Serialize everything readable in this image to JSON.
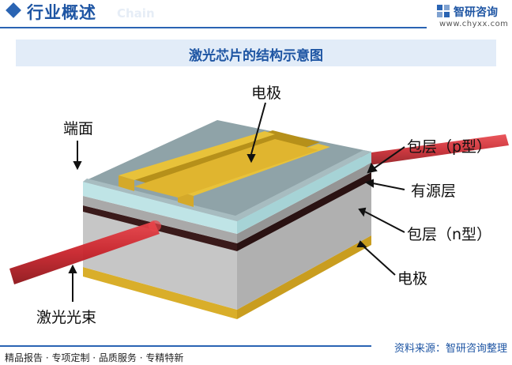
{
  "header": {
    "title": "行业概述",
    "watermark": "Chain"
  },
  "brand": {
    "name": "智研咨询",
    "url": "www.chyxx.com",
    "logo_icon": "brand-logo-icon"
  },
  "banner": {
    "title": "激光芯片的结构示意图"
  },
  "labels": {
    "electrode_top": "电极",
    "facet": "端面",
    "cladding_p": "包层（p型）",
    "active_layer": "有源层",
    "cladding_n": "包层（n型）",
    "electrode_bottom": "电极",
    "laser_beam": "激光光束"
  },
  "footer": {
    "left": "精品报告 · 专项定制 · 品质服务 · 专精特新",
    "source": "资料来源：智研咨询整理"
  },
  "colors": {
    "brand_blue": "#2a64b3",
    "gold": "#e8c23a",
    "cladding_top": "#bfe4e6",
    "beam_red": "#c8232b"
  }
}
